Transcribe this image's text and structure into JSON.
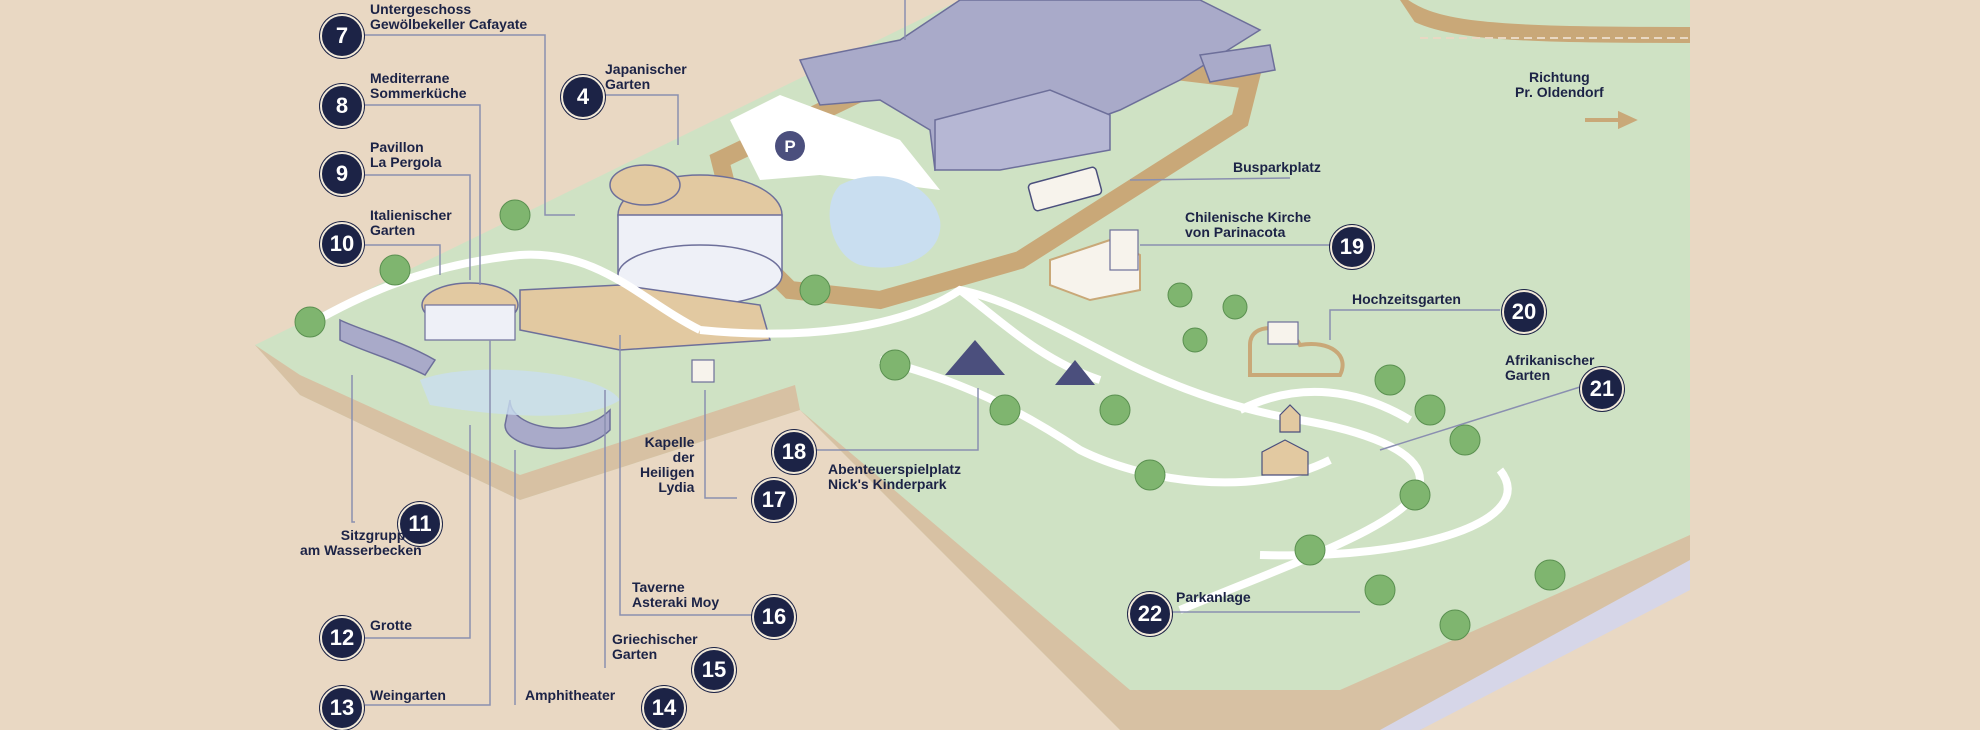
{
  "title": "",
  "direction": {
    "line1": "Richtung",
    "line2": "Pr. Oldendorf",
    "arrow_icon": "arrow-right-icon"
  },
  "parking_symbol": "P",
  "colors": {
    "background": "#e9d8c3",
    "park": "#cfe2c4",
    "path": "#ffffff",
    "road": "#c9a878",
    "badge": "#1c2346",
    "building": "#a9aac9",
    "water": "#c9def0"
  },
  "places": [
    {
      "num": "7",
      "line1": "Untergeschoss",
      "line2": "Gewölbekeller Cafayate"
    },
    {
      "num": "8",
      "line1": "Mediterrane",
      "line2": "Sommerküche"
    },
    {
      "num": "9",
      "line1": "Pavillon",
      "line2": "La Pergola"
    },
    {
      "num": "10",
      "line1": "Italienischer",
      "line2": "Garten"
    },
    {
      "num": "4",
      "line1": "Japanischer",
      "line2": "Garten"
    },
    {
      "num": "11",
      "line1": "Sitzgruppen",
      "line2": "am Wasserbecken"
    },
    {
      "num": "12",
      "line1": "Grotte",
      "line2": ""
    },
    {
      "num": "13",
      "line1": "Weingarten",
      "line2": ""
    },
    {
      "num": "14",
      "line1": "Amphitheater",
      "line2": ""
    },
    {
      "num": "15",
      "line1": "Griechischer",
      "line2": "Garten"
    },
    {
      "num": "16",
      "line1": "Taverne",
      "line2": "Asteraki Moy"
    },
    {
      "num": "17",
      "line1": "Kapelle",
      "line2": "der",
      "line3": "Heiligen",
      "line4": "Lydia"
    },
    {
      "num": "18",
      "line1": "Abenteuerspielplatz",
      "line2": "Nick's Kinderpark"
    },
    {
      "num": "19",
      "line1": "Chilenische Kirche",
      "line2": "von Parinacota"
    },
    {
      "num": "20",
      "line1": "Hochzeitsgarten",
      "line2": ""
    },
    {
      "num": "21",
      "line1": "Afrikanischer",
      "line2": "Garten"
    },
    {
      "num": "22",
      "line1": "Parkanlage",
      "line2": ""
    }
  ],
  "unnumbered": [
    {
      "line1": "Busparkplatz"
    }
  ]
}
